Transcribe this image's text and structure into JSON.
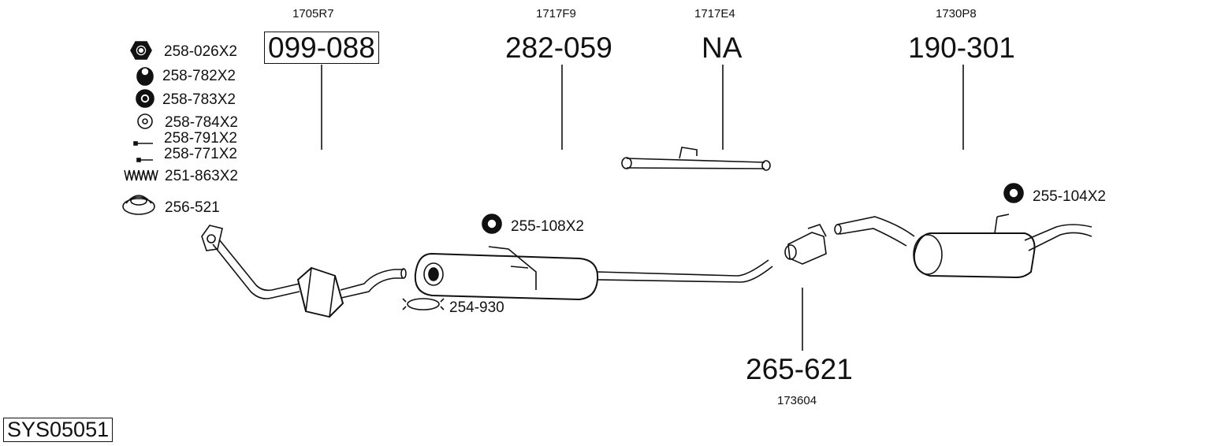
{
  "system_id": "SYS05051",
  "main_parts": [
    {
      "code": "1705R7",
      "part_number": "099-088"
    },
    {
      "code": "1717F9",
      "part_number": "282-059"
    },
    {
      "code": "1717E4",
      "part_number": "NA"
    },
    {
      "code": "1730P8",
      "part_number": "190-301"
    },
    {
      "code": "173604",
      "part_number": "265-621"
    }
  ],
  "hardware_list": [
    {
      "icon": "hex-nut-icon",
      "label": "258-026X2"
    },
    {
      "icon": "rubber-bush-icon",
      "label": "258-782X2"
    },
    {
      "icon": "grommet-icon",
      "label": "258-783X2"
    },
    {
      "icon": "washer-icon",
      "label": "258-784X2"
    },
    {
      "icon": "bolt-icon",
      "label": "258-791X2"
    },
    {
      "icon": "bolt-icon",
      "label": "258-771X2"
    },
    {
      "icon": "spring-icon",
      "label": "251-863X2"
    },
    {
      "icon": "gasket-ring-icon",
      "label": "256-521"
    }
  ],
  "callouts": [
    {
      "icon": "rubber-hanger-icon",
      "label": "255-108X2"
    },
    {
      "icon": "clamp-icon",
      "label": "254-930"
    },
    {
      "icon": "rubber-hanger-icon",
      "label": "255-104X2"
    }
  ]
}
